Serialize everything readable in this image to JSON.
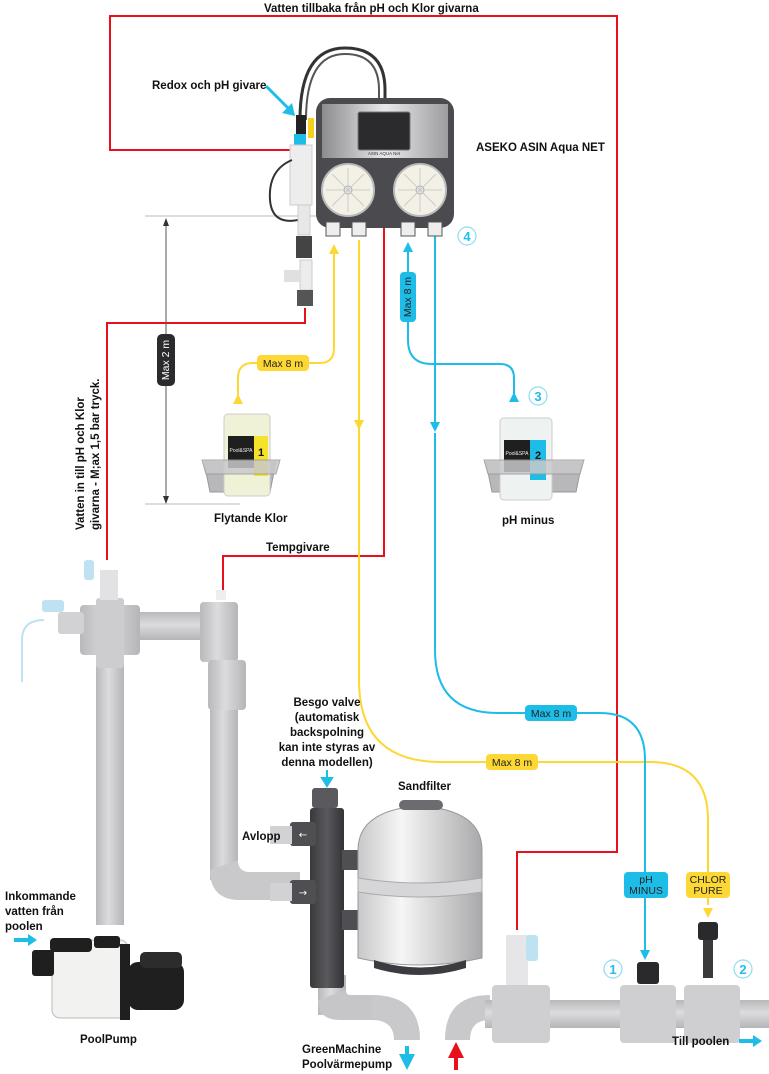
{
  "colors": {
    "red": "#e8101a",
    "yellow": "#fdd835",
    "blue": "#1ebde8",
    "pipe": "#cfcfd1",
    "dark": "#4a4a4e"
  },
  "labels": {
    "top_return": "Vatten tillbaka från pH och Klor givarna",
    "sensor": "Redox och pH givare",
    "controller": "ASEKO ASIN Aqua NET",
    "controller_brand": "ASIN AQUA Net",
    "water_in_line1": "Vatten in till pH och Klor",
    "water_in_line2": "givarna - M;ax 1,5 bar tryck.",
    "max_height": "Max 2 m",
    "tank_chlorine": "Flytande Klor",
    "tank_ph": "pH minus",
    "tempgivare": "Tempgivare",
    "besgo_lines": [
      "Besgo valve",
      "(automatisk",
      "backspolning",
      "kan inte styras av",
      "denna modellen)"
    ],
    "sandfilter": "Sandfilter",
    "avlopp": "Avlopp",
    "incoming_lines": [
      "Inkommande",
      "vatten från",
      "poolen"
    ],
    "poolpump": "PoolPump",
    "heatpump_line1": "GreenMachine",
    "heatpump_line2": "Poolvärmepump",
    "to_pool": "Till poolen"
  },
  "tags": {
    "yellow_upper": "Max 8 m",
    "blue_vertical": "Max 8 m",
    "blue_lower": "Max 8 m",
    "yellow_lower": "Max 8 m",
    "ph_minus_l1": "pH",
    "ph_minus_l2": "MINUS",
    "chlor_pure_l1": "CHLOR",
    "chlor_pure_l2": "PURE"
  },
  "tank_numbers": {
    "chlorine": "1",
    "ph": "2",
    "brand": "Pool&SPA"
  },
  "markers": {
    "m1": "1",
    "m2": "2",
    "m3": "3",
    "m4": "4"
  }
}
